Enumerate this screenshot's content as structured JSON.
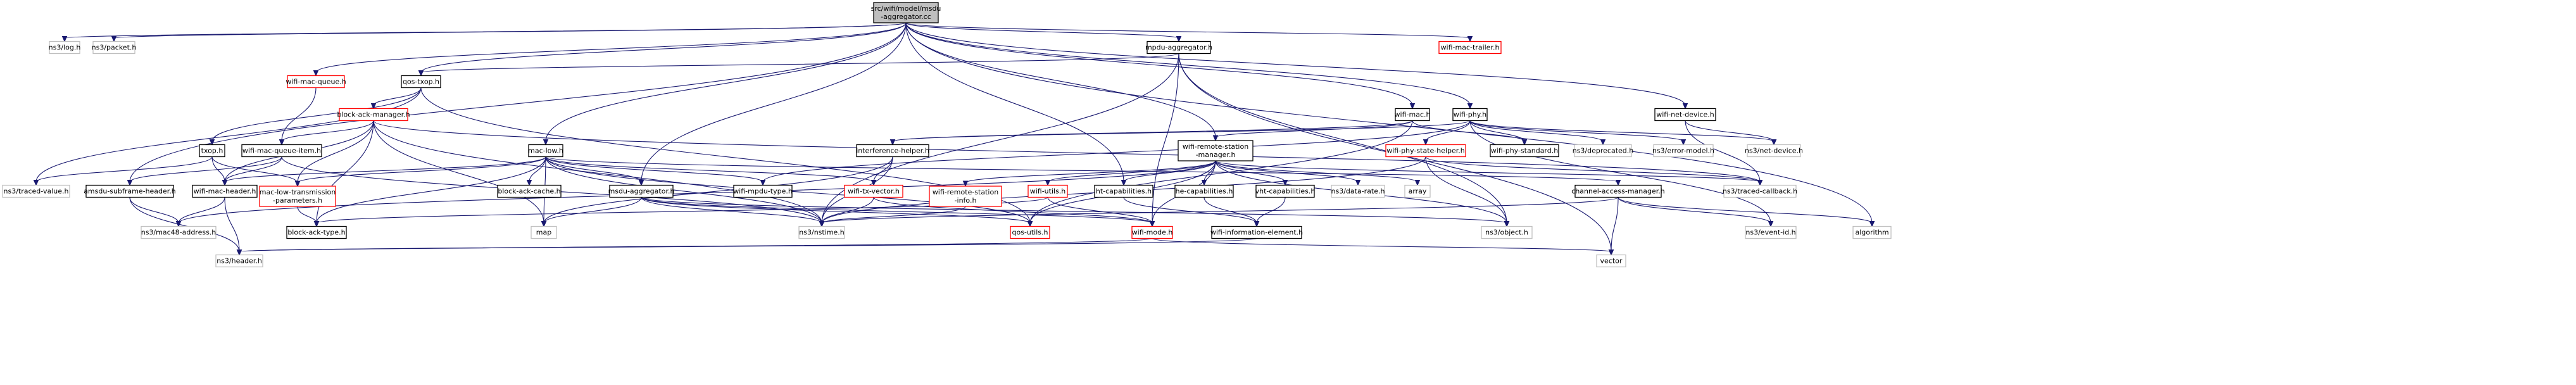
{
  "graph": {
    "root": "msdu-aggregator.cc",
    "root_lines": [
      "src/wifi/model/msdu",
      "-aggregator.cc"
    ],
    "nodes": {
      "root": {
        "lines": [
          "src/wifi/model/msdu",
          "-aggregator.cc"
        ],
        "style": "root"
      },
      "log": {
        "lines": [
          "ns3/log.h"
        ],
        "style": "grey"
      },
      "packet": {
        "lines": [
          "ns3/packet.h"
        ],
        "style": "grey"
      },
      "wifi_mac_queue": {
        "lines": [
          "wifi-mac-queue.h"
        ],
        "style": "red"
      },
      "qos_txop": {
        "lines": [
          "qos-txop.h"
        ],
        "style": "plain"
      },
      "mpdu_aggregator": {
        "lines": [
          "mpdu-aggregator.h"
        ],
        "style": "plain"
      },
      "wifi_mac_trailer": {
        "lines": [
          "wifi-mac-trailer.h"
        ],
        "style": "red"
      },
      "block_ack_manager": {
        "lines": [
          "block-ack-manager.h"
        ],
        "style": "red"
      },
      "txop": {
        "lines": [
          "txop.h"
        ],
        "style": "plain"
      },
      "wifi_mac_queue_item": {
        "lines": [
          "wifi-mac-queue-item.h"
        ],
        "style": "plain"
      },
      "mac_low": {
        "lines": [
          "mac-low.h"
        ],
        "style": "plain"
      },
      "wifi_mac": {
        "lines": [
          "wifi-mac.h"
        ],
        "style": "plain"
      },
      "wifi_phy": {
        "lines": [
          "wifi-phy.h"
        ],
        "style": "plain"
      },
      "wifi_net_device": {
        "lines": [
          "wifi-net-device.h"
        ],
        "style": "plain"
      },
      "interference_helper": {
        "lines": [
          "interference-helper.h"
        ],
        "style": "plain"
      },
      "wifi_remote_station_manager": {
        "lines": [
          "wifi-remote-station",
          "-manager.h"
        ],
        "style": "plain"
      },
      "wifi_phy_state_helper": {
        "lines": [
          "wifi-phy-state-helper.h"
        ],
        "style": "red"
      },
      "wifi_phy_standard": {
        "lines": [
          "wifi-phy-standard.h"
        ],
        "style": "plain"
      },
      "deprecated": {
        "lines": [
          "ns3/deprecated.h"
        ],
        "style": "grey"
      },
      "error_model": {
        "lines": [
          "ns3/error-model.h"
        ],
        "style": "grey"
      },
      "net_device": {
        "lines": [
          "ns3/net-device.h"
        ],
        "style": "grey"
      },
      "traced_value": {
        "lines": [
          "ns3/traced-value.h"
        ],
        "style": "grey"
      },
      "amsdu_subframe_header": {
        "lines": [
          "amsdu-subframe-header.h"
        ],
        "style": "plain"
      },
      "wifi_mac_header": {
        "lines": [
          "wifi-mac-header.h"
        ],
        "style": "plain"
      },
      "mac_low_tx_params": {
        "lines": [
          "mac-low-transmission",
          "-parameters.h"
        ],
        "style": "red"
      },
      "block_ack_cache": {
        "lines": [
          "block-ack-cache.h"
        ],
        "style": "plain"
      },
      "msdu_aggregator": {
        "lines": [
          "msdu-aggregator.h"
        ],
        "style": "plain"
      },
      "wifi_mpdu_type": {
        "lines": [
          "wifi-mpdu-type.h"
        ],
        "style": "plain"
      },
      "wifi_tx_vector": {
        "lines": [
          "wifi-tx-vector.h"
        ],
        "style": "red"
      },
      "wifi_remote_station_info": {
        "lines": [
          "wifi-remote-station",
          "-info.h"
        ],
        "style": "red"
      },
      "wifi_utils": {
        "lines": [
          "wifi-utils.h"
        ],
        "style": "red"
      },
      "ht_capabilities": {
        "lines": [
          "ht-capabilities.h"
        ],
        "style": "plain"
      },
      "he_capabilities": {
        "lines": [
          "he-capabilities.h"
        ],
        "style": "plain"
      },
      "vht_capabilities": {
        "lines": [
          "vht-capabilities.h"
        ],
        "style": "plain"
      },
      "data_rate": {
        "lines": [
          "ns3/data-rate.h"
        ],
        "style": "grey"
      },
      "array": {
        "lines": [
          "array"
        ],
        "style": "grey"
      },
      "channel_access_manager": {
        "lines": [
          "channel-access-manager.h"
        ],
        "style": "plain"
      },
      "traced_callback": {
        "lines": [
          "ns3/traced-callback.h"
        ],
        "style": "grey"
      },
      "algorithm": {
        "lines": [
          "algorithm"
        ],
        "style": "grey"
      },
      "mac48_address": {
        "lines": [
          "ns3/mac48-address.h"
        ],
        "style": "grey"
      },
      "block_ack_type": {
        "lines": [
          "block-ack-type.h"
        ],
        "style": "plain"
      },
      "map": {
        "lines": [
          "map"
        ],
        "style": "grey"
      },
      "nstime": {
        "lines": [
          "ns3/nstime.h"
        ],
        "style": "grey"
      },
      "qos_utils": {
        "lines": [
          "qos-utils.h"
        ],
        "style": "red"
      },
      "wifi_mode": {
        "lines": [
          "wifi-mode.h"
        ],
        "style": "red"
      },
      "wifi_information_element": {
        "lines": [
          "wifi-information-element.h"
        ],
        "style": "plain"
      },
      "object": {
        "lines": [
          "ns3/object.h"
        ],
        "style": "grey"
      },
      "event_id": {
        "lines": [
          "ns3/event-id.h"
        ],
        "style": "grey"
      },
      "header": {
        "lines": [
          "ns3/header.h"
        ],
        "style": "grey"
      },
      "vector": {
        "lines": [
          "vector"
        ],
        "style": "grey"
      }
    },
    "edges": [
      [
        "root",
        "log"
      ],
      [
        "root",
        "packet"
      ],
      [
        "root",
        "wifi_mac_queue"
      ],
      [
        "root",
        "qos_txop"
      ],
      [
        "root",
        "mpdu_aggregator"
      ],
      [
        "root",
        "wifi_mac_trailer"
      ],
      [
        "root",
        "mac_low"
      ],
      [
        "root",
        "wifi_mac"
      ],
      [
        "root",
        "wifi_phy"
      ],
      [
        "root",
        "wifi_net_device"
      ],
      [
        "root",
        "msdu_aggregator"
      ],
      [
        "root",
        "wifi_remote_station_manager"
      ],
      [
        "root",
        "ht_capabilities"
      ],
      [
        "root",
        "amsdu_subframe_header"
      ],
      [
        "root",
        "algorithm"
      ],
      [
        "wifi_mac_queue",
        "wifi_mac_queue_item"
      ],
      [
        "qos_txop",
        "txop"
      ],
      [
        "qos_txop",
        "block_ack_manager"
      ],
      [
        "qos_txop",
        "qos_utils"
      ],
      [
        "qos_txop",
        "traced_value"
      ],
      [
        "mpdu_aggregator",
        "qos_txop"
      ],
      [
        "mpdu_aggregator",
        "nstime"
      ],
      [
        "mpdu_aggregator",
        "object"
      ],
      [
        "mpdu_aggregator",
        "wifi_mode"
      ],
      [
        "mpdu_aggregator",
        "vector"
      ],
      [
        "block_ack_manager",
        "wifi_mac_queue_item"
      ],
      [
        "block_ack_manager",
        "wifi_mac_header"
      ],
      [
        "block_ack_manager",
        "block_ack_type"
      ],
      [
        "block_ack_manager",
        "map"
      ],
      [
        "block_ack_manager",
        "nstime"
      ],
      [
        "block_ack_manager",
        "traced_callback"
      ],
      [
        "block_ack_manager",
        "mac_low_tx_params"
      ],
      [
        "txop",
        "wifi_mac_header"
      ],
      [
        "txop",
        "traced_value"
      ],
      [
        "txop",
        "mac_low_tx_params"
      ],
      [
        "wifi_mac_queue_item",
        "wifi_mac_header"
      ],
      [
        "wifi_mac_queue_item",
        "nstime"
      ],
      [
        "wifi_mac_queue_item",
        "amsdu_subframe_header"
      ],
      [
        "mac_low",
        "wifi_mac_header"
      ],
      [
        "mac_low",
        "mac_low_tx_params"
      ],
      [
        "mac_low",
        "block_ack_cache"
      ],
      [
        "mac_low",
        "msdu_aggregator"
      ],
      [
        "mac_low",
        "wifi_mpdu_type"
      ],
      [
        "mac_low",
        "wifi_tx_vector"
      ],
      [
        "mac_low",
        "channel_access_manager"
      ],
      [
        "mac_low",
        "block_ack_type"
      ],
      [
        "mac_low",
        "map"
      ],
      [
        "mac_low",
        "nstime"
      ],
      [
        "mac_low",
        "qos_utils"
      ],
      [
        "wifi_mac",
        "wifi_remote_station_manager"
      ],
      [
        "wifi_mac",
        "wifi_phy_standard"
      ],
      [
        "wifi_mac",
        "qos_utils"
      ],
      [
        "wifi_mac",
        "interference_helper"
      ],
      [
        "wifi_phy",
        "interference_helper"
      ],
      [
        "wifi_phy",
        "wifi_phy_state_helper"
      ],
      [
        "wifi_phy",
        "wifi_phy_standard"
      ],
      [
        "wifi_phy",
        "deprecated"
      ],
      [
        "wifi_phy",
        "error_model"
      ],
      [
        "wifi_phy",
        "net_device"
      ],
      [
        "wifi_phy",
        "event_id"
      ],
      [
        "wifi_phy",
        "wifi_mpdu_type"
      ],
      [
        "wifi_net_device",
        "net_device"
      ],
      [
        "wifi_net_device",
        "traced_callback"
      ],
      [
        "interference_helper",
        "wifi_tx_vector"
      ],
      [
        "interference_helper",
        "nstime"
      ],
      [
        "interference_helper",
        "map"
      ],
      [
        "wifi_remote_station_manager",
        "wifi_remote_station_info"
      ],
      [
        "wifi_remote_station_manager",
        "wifi_utils"
      ],
      [
        "wifi_remote_station_manager",
        "ht_capabilities"
      ],
      [
        "wifi_remote_station_manager",
        "he_capabilities"
      ],
      [
        "wifi_remote_station_manager",
        "vht_capabilities"
      ],
      [
        "wifi_remote_station_manager",
        "data_rate"
      ],
      [
        "wifi_remote_station_manager",
        "array"
      ],
      [
        "wifi_remote_station_manager",
        "traced_callback"
      ],
      [
        "wifi_remote_station_manager",
        "object"
      ],
      [
        "wifi_remote_station_manager",
        "mac48_address"
      ],
      [
        "wifi_remote_station_manager",
        "qos_utils"
      ],
      [
        "wifi_remote_station_manager",
        "wifi_mode"
      ],
      [
        "wifi_phy_state_helper",
        "traced_callback"
      ],
      [
        "wifi_phy_state_helper",
        "object"
      ],
      [
        "wifi_phy_state_helper",
        "nstime"
      ],
      [
        "amsdu_subframe_header",
        "mac48_address"
      ],
      [
        "amsdu_subframe_header",
        "header"
      ],
      [
        "wifi_mac_header",
        "mac48_address"
      ],
      [
        "wifi_mac_header",
        "header"
      ],
      [
        "mac_low_tx_params",
        "block_ack_type"
      ],
      [
        "msdu_aggregator",
        "map"
      ],
      [
        "msdu_aggregator",
        "nstime"
      ],
      [
        "msdu_aggregator",
        "qos_utils"
      ],
      [
        "msdu_aggregator",
        "object"
      ],
      [
        "msdu_aggregator",
        "wifi_mode"
      ],
      [
        "wifi_tx_vector",
        "nstime"
      ],
      [
        "wifi_tx_vector",
        "wifi_mode"
      ],
      [
        "wifi_remote_station_info",
        "nstime"
      ],
      [
        "wifi_utils",
        "wifi_mode"
      ],
      [
        "wifi_utils",
        "block_ack_type"
      ],
      [
        "ht_capabilities",
        "wifi_information_element"
      ],
      [
        "he_capabilities",
        "wifi_information_element"
      ],
      [
        "vht_capabilities",
        "wifi_information_element"
      ],
      [
        "channel_access_manager",
        "event_id"
      ],
      [
        "channel_access_manager",
        "nstime"
      ],
      [
        "channel_access_manager",
        "vector"
      ],
      [
        "channel_access_manager",
        "algorithm"
      ],
      [
        "wifi_mode",
        "header"
      ],
      [
        "wifi_mode",
        "vector"
      ],
      [
        "wifi_information_element",
        "header"
      ]
    ]
  },
  "colors": {
    "edge": "#191970",
    "root_fill": "#bfbfbf",
    "grey_border": "#bfbfbf",
    "red_border": "#ff0000",
    "plain_border": "#000000"
  }
}
